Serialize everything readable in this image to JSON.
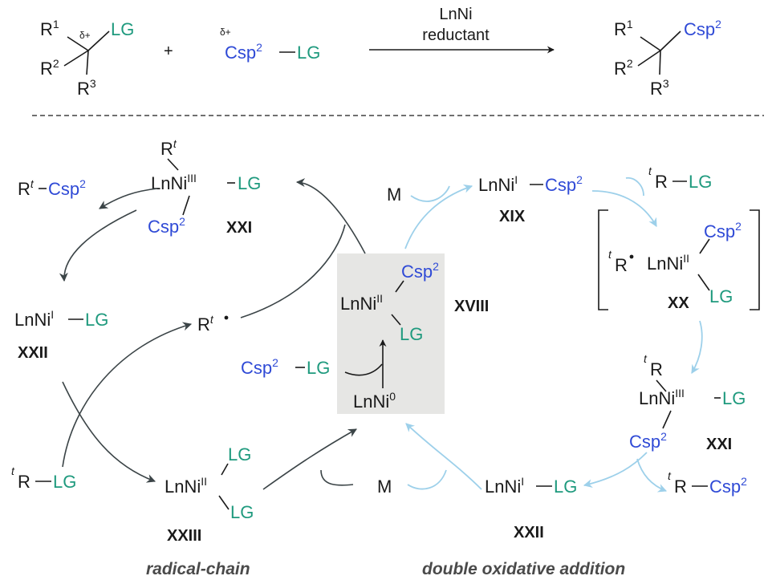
{
  "colors": {
    "leaving_group": "#1f9a7e",
    "carbon_sp2": "#2f4ad6",
    "radical_chain_arrows": "#3b4447",
    "double_oxidative_arrows": "#9dd0ea",
    "highlight_box": "#e6e6e4"
  },
  "top": {
    "r1": "R",
    "r1_sup": "1",
    "r2": "R",
    "r2_sup": "2",
    "r3": "R",
    "r3_sup": "3",
    "delta_plus": "δ+",
    "lg": "LG",
    "plus": "+",
    "csp": "Csp",
    "csp_sup": "2",
    "reagent_top": "LnNi",
    "reagent_bottom": "reductant"
  },
  "left": {
    "xxi_ligand_r": "R",
    "xxi_ligand_r_sup": "t",
    "xxi_ni": "LnNi",
    "xxi_ox": "III",
    "xxi_lg": "LG",
    "xxi_csp": "Csp",
    "xxi_csp_sup": "2",
    "xxi_label": "XXI",
    "product": "R",
    "product_sup": "t",
    "product_csp": "Csp",
    "product_csp_sup": "2",
    "xxii_ni": "LnNi",
    "xxii_ox": "I",
    "xxii_lg": "LG",
    "xxii_label": "XXII",
    "radical": "R",
    "radical_sup": "t",
    "sm_sup": "t",
    "sm_r": "R",
    "sm_lg": "LG",
    "xxiii_ni": "LnNi",
    "xxiii_ox": "II",
    "xxiii_lg1": "LG",
    "xxiii_lg2": "LG",
    "xxiii_label": "XXIII",
    "caption": "radical-chain"
  },
  "center": {
    "xviii_csp": "Csp",
    "xviii_csp_sup": "2",
    "xviii_ni": "LnNi",
    "xviii_ox": "II",
    "xviii_lg": "LG",
    "xviii_label": "XVIII",
    "add_csp": "Csp",
    "add_csp_sup": "2",
    "add_lg": "LG",
    "ni0": "LnNi",
    "ni0_ox": "0"
  },
  "right": {
    "m_top": "M",
    "xix_ni": "LnNi",
    "xix_ox": "I",
    "xix_csp": "Csp",
    "xix_csp_sup": "2",
    "xix_label": "XIX",
    "sm_sup": "t",
    "sm_r": "R",
    "sm_lg": "LG",
    "xx_radical_sup": "t",
    "xx_radical": "R",
    "xx_ni": "LnNi",
    "xx_ox": "II",
    "xx_csp": "Csp",
    "xx_csp_sup": "2",
    "xx_lg": "LG",
    "xx_label": "XX",
    "xxi_r_sup": "t",
    "xxi_r": "R",
    "xxi_ni": "LnNi",
    "xxi_ox": "III",
    "xxi_lg": "LG",
    "xxi_csp": "Csp",
    "xxi_csp_sup": "2",
    "xxi_label": "XXI",
    "product_sup": "t",
    "product_r": "R",
    "product_csp": "Csp",
    "product_csp_sup": "2",
    "xxii_ni": "LnNi",
    "xxii_ox": "I",
    "xxii_lg": "LG",
    "xxii_label": "XXII",
    "m_bottom": "M",
    "caption": "double oxidative addition"
  }
}
